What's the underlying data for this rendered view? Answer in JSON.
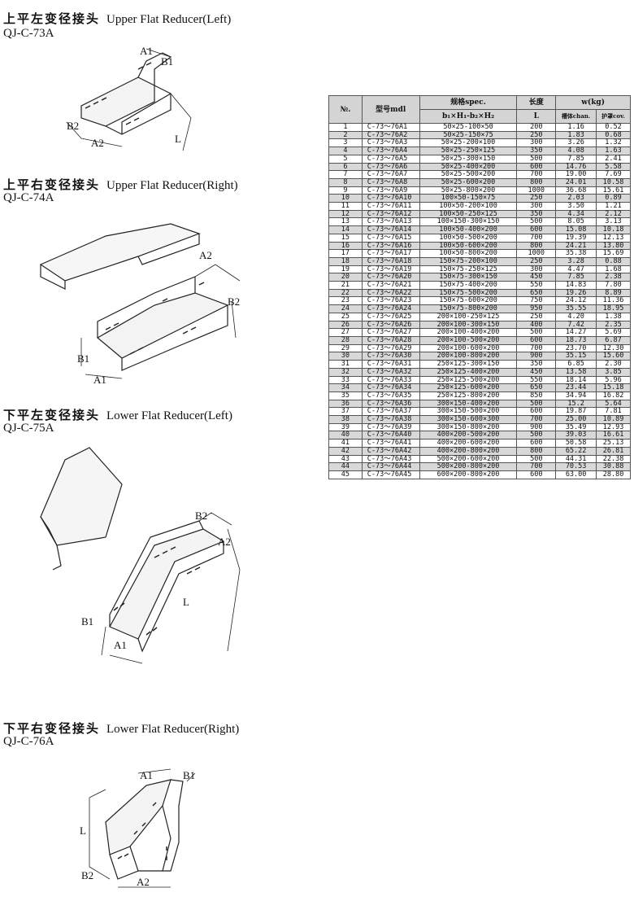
{
  "sections": [
    {
      "cn": "上平左变径接头",
      "en": "Upper Flat Reducer(Left)",
      "code": "QJ-C-73A",
      "labels": [
        "A1",
        "B1",
        "B2",
        "A2",
        "L"
      ]
    },
    {
      "cn": "上平右变径接头",
      "en": "Upper Flat Reducer(Right)",
      "code": "QJ-C-74A",
      "labels": [
        "A2",
        "B2",
        "B1",
        "A1"
      ]
    },
    {
      "cn": "下平左变径接头",
      "en": "Lower Flat Reducer(Left)",
      "code": "QJ-C-75A",
      "labels": [
        "B2",
        "A2",
        "B1",
        "A1",
        "L"
      ]
    },
    {
      "cn": "下平右变径接头",
      "en": "Lower Flat Reducer(Right)",
      "code": "QJ-C-76A",
      "labels": [
        "A1",
        "B1",
        "L",
        "B2",
        "A2"
      ]
    }
  ],
  "table": {
    "headers": {
      "no": "№.",
      "mdl": "型号mdl",
      "spec": "规格spec.",
      "spec_sub": "b₁×H₁-b₂×H₂",
      "len": "长度",
      "len_sub": "L",
      "w": "w(kg)",
      "chan": "槽体chan.",
      "cov": "护罩cov."
    },
    "rows": [
      [
        "1",
        "C-73～76A1",
        "50×25-100×50",
        "200",
        "1.16",
        "0.52"
      ],
      [
        "2",
        "C-73～76A2",
        "50×25-150×75",
        "250",
        "1.83",
        "0.68"
      ],
      [
        "3",
        "C-73～76A3",
        "50×25-200×100",
        "300",
        "3.26",
        "1.32"
      ],
      [
        "4",
        "C-73～76A4",
        "50×25-250×125",
        "350",
        "4.08",
        "1.63"
      ],
      [
        "5",
        "C-73～76A5",
        "50×25-300×150",
        "500",
        "7.85",
        "2.41"
      ],
      [
        "6",
        "C-73～76A6",
        "50×25-400×200",
        "600",
        "14.76",
        "5.58"
      ],
      [
        "7",
        "C-73～76A7",
        "50×25-500×200",
        "700",
        "19.00",
        "7.69"
      ],
      [
        "8",
        "C-73～76A8",
        "50×25-600×200",
        "800",
        "24.01",
        "10.58"
      ],
      [
        "9",
        "C-73～76A9",
        "50×25-800×200",
        "1000",
        "36.68",
        "15.61"
      ],
      [
        "10",
        "C-73～76A10",
        "100×50-150×75",
        "250",
        "2.03",
        "0.89"
      ],
      [
        "11",
        "C-73～76A11",
        "100×50-200×100",
        "300",
        "3.50",
        "1.21"
      ],
      [
        "12",
        "C-73～76A12",
        "100×50-250×125",
        "350",
        "4.34",
        "2.12"
      ],
      [
        "13",
        "C-73～76A13",
        "100×150-300×150",
        "500",
        "8.05",
        "3.13"
      ],
      [
        "14",
        "C-73～76A14",
        "100×50-400×200",
        "600",
        "15.08",
        "10.18"
      ],
      [
        "15",
        "C-73～76A15",
        "100×50-500×200",
        "700",
        "19.39",
        "12.13"
      ],
      [
        "16",
        "C-73～76A16",
        "100×50-600×200",
        "800",
        "24.21",
        "13.80"
      ],
      [
        "17",
        "C-73～76A17",
        "100×50-800×200",
        "1000",
        "35.38",
        "15.69"
      ],
      [
        "18",
        "C-73～76A18",
        "150×75-200×100",
        "250",
        "3.28",
        "0.88"
      ],
      [
        "19",
        "C-73～76A19",
        "150×75-250×125",
        "300",
        "4.47",
        "1.68"
      ],
      [
        "20",
        "C-73～76A20",
        "150×75-300×150",
        "450",
        "7.85",
        "2.38"
      ],
      [
        "21",
        "C-73～76A21",
        "150×75-400×200",
        "550",
        "14.83",
        "7.80"
      ],
      [
        "22",
        "C-73～76A22",
        "150×75-500×200",
        "650",
        "19.26",
        "8.89"
      ],
      [
        "23",
        "C-73～76A23",
        "150×75-600×200",
        "750",
        "24.12",
        "11.36"
      ],
      [
        "24",
        "C-73～76A24",
        "150×75-800×200",
        "950",
        "35.55",
        "18.95"
      ],
      [
        "25",
        "C-73～76A25",
        "200×100-250×125",
        "250",
        "4.20",
        "1.38"
      ],
      [
        "26",
        "C-73～76A26",
        "200×100-300×150",
        "400",
        "7.42",
        "2.35"
      ],
      [
        "27",
        "C-73～76A27",
        "200×100-400×200",
        "500",
        "14.27",
        "5.69"
      ],
      [
        "28",
        "C-73～76A28",
        "200×100-500×200",
        "600",
        "18.73",
        "6.87"
      ],
      [
        "29",
        "C-73～76A29",
        "200×100-600×200",
        "700",
        "23.70",
        "12.30"
      ],
      [
        "30",
        "C-73～76A30",
        "200×100-800×200",
        "900",
        "35.15",
        "15.60"
      ],
      [
        "31",
        "C-73～76A31",
        "250×125-300×150",
        "350",
        "6.85",
        "2.30"
      ],
      [
        "32",
        "C-73～76A32",
        "250×125-400×200",
        "450",
        "13.58",
        "3.85"
      ],
      [
        "33",
        "C-73～76A33",
        "250×125-500×200",
        "550",
        "18.14",
        "5.96"
      ],
      [
        "34",
        "C-73～76A34",
        "250×125-600×200",
        "650",
        "23.44",
        "15.18"
      ],
      [
        "35",
        "C-73～76A35",
        "250×125-800×200",
        "850",
        "34.94",
        "16.82"
      ],
      [
        "36",
        "C-73～76A36",
        "300×150-400×200",
        "500",
        "15.2",
        "5.64"
      ],
      [
        "37",
        "C-73～76A37",
        "300×150-500×200",
        "600",
        "19.87",
        "7.81"
      ],
      [
        "38",
        "C-73～76A38",
        "300×150-600×300",
        "700",
        "25.00",
        "10.89"
      ],
      [
        "39",
        "C-73～76A39",
        "300×150-800×200",
        "900",
        "35.49",
        "12.93"
      ],
      [
        "40",
        "C-73～76A40",
        "400×200-500×200",
        "500",
        "39.03",
        "16.61"
      ],
      [
        "41",
        "C-73～76A41",
        "400×200-600×200",
        "600",
        "50.58",
        "25.13"
      ],
      [
        "42",
        "C-73～76A42",
        "400×200-800×200",
        "800",
        "65.22",
        "26.81"
      ],
      [
        "43",
        "C-73～76A43",
        "500×200-600×200",
        "500",
        "44.31",
        "22.38"
      ],
      [
        "44",
        "C-73～76A44",
        "500×200-800×200",
        "700",
        "70.53",
        "30.88"
      ],
      [
        "45",
        "C-73～76A45",
        "600×200-800×200",
        "600",
        "63.00",
        "28.80"
      ]
    ]
  }
}
